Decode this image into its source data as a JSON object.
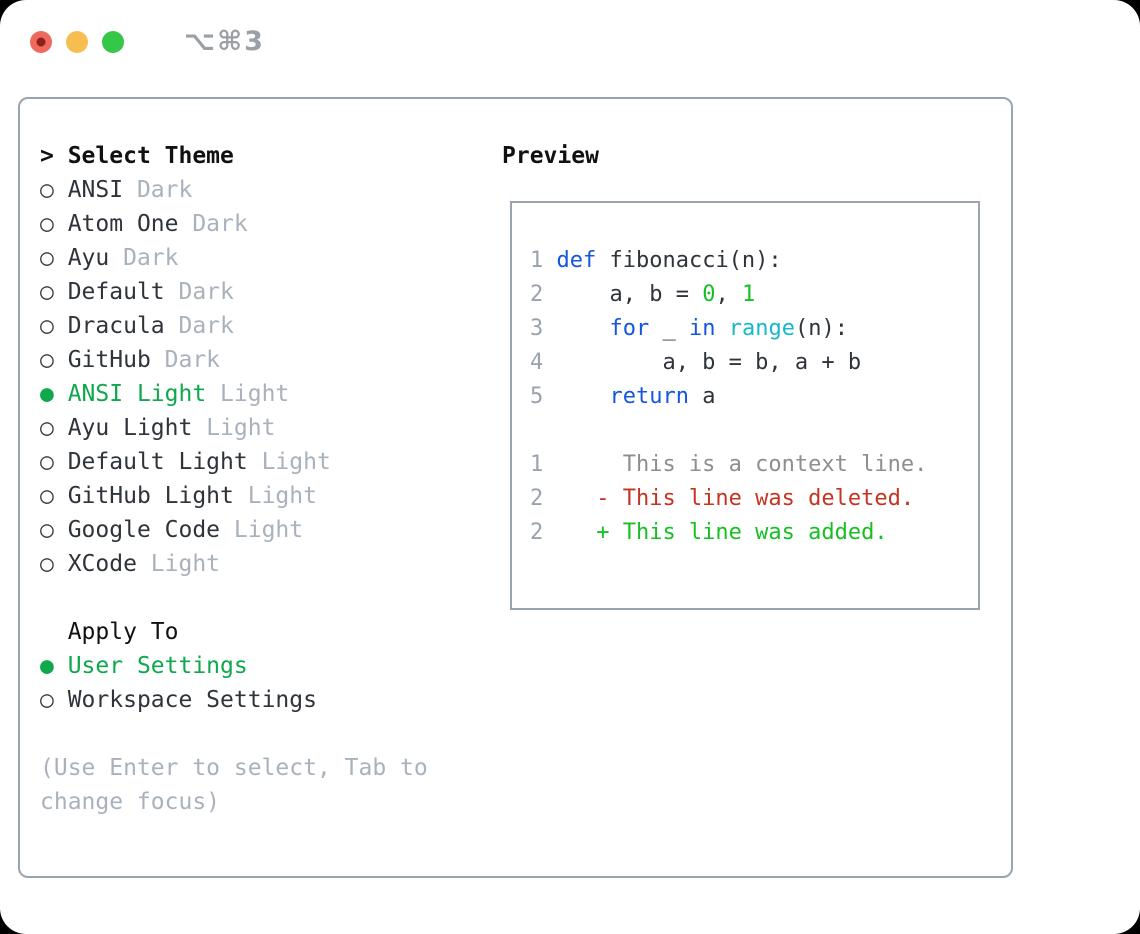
{
  "window": {
    "title_shortcut": "⌥⌘3"
  },
  "traffic_lights": {
    "close": "#ee6a5f",
    "close_dot": "#8e2018",
    "minimize": "#f6be50",
    "zoom": "#34c748"
  },
  "theme_panel": {
    "header_prefix": "> ",
    "header": "Select Theme",
    "themes": [
      {
        "name": "ANSI",
        "tag": "Dark",
        "selected": false
      },
      {
        "name": "Atom One",
        "tag": "Dark",
        "selected": false
      },
      {
        "name": "Ayu",
        "tag": "Dark",
        "selected": false
      },
      {
        "name": "Default",
        "tag": "Dark",
        "selected": false
      },
      {
        "name": "Dracula",
        "tag": "Dark",
        "selected": false
      },
      {
        "name": "GitHub",
        "tag": "Dark",
        "selected": false
      },
      {
        "name": "ANSI Light",
        "tag": "Light",
        "selected": true
      },
      {
        "name": "Ayu Light",
        "tag": "Light",
        "selected": false
      },
      {
        "name": "Default Light",
        "tag": "Light",
        "selected": false
      },
      {
        "name": "GitHub Light",
        "tag": "Light",
        "selected": false
      },
      {
        "name": "Google Code",
        "tag": "Light",
        "selected": false
      },
      {
        "name": "XCode",
        "tag": "Light",
        "selected": false
      }
    ],
    "apply_to": {
      "header": "Apply To",
      "options": [
        {
          "label": "User Settings",
          "selected": true
        },
        {
          "label": "Workspace Settings",
          "selected": false
        }
      ]
    },
    "hint_lines": [
      "(Use Enter to select, Tab to",
      "change focus)"
    ],
    "marker_unselected": "○",
    "marker_selected": "●"
  },
  "preview": {
    "header": "Preview",
    "code_lines": [
      {
        "num": "1",
        "tokens": [
          {
            "t": "def",
            "c": "keyword"
          },
          {
            "t": " fibonacci(n):",
            "c": "plain"
          }
        ]
      },
      {
        "num": "2",
        "tokens": [
          {
            "t": "    a, b = ",
            "c": "plain"
          },
          {
            "t": "0",
            "c": "number"
          },
          {
            "t": ", ",
            "c": "plain"
          },
          {
            "t": "1",
            "c": "number"
          }
        ]
      },
      {
        "num": "3",
        "tokens": [
          {
            "t": "    ",
            "c": "plain"
          },
          {
            "t": "for",
            "c": "keyword"
          },
          {
            "t": " _ ",
            "c": "plain"
          },
          {
            "t": "in",
            "c": "keyword"
          },
          {
            "t": " ",
            "c": "plain"
          },
          {
            "t": "range",
            "c": "function"
          },
          {
            "t": "(n):",
            "c": "plain"
          }
        ]
      },
      {
        "num": "4",
        "tokens": [
          {
            "t": "        a, b = b, a + b",
            "c": "plain"
          }
        ]
      },
      {
        "num": "5",
        "tokens": [
          {
            "t": "    ",
            "c": "plain"
          },
          {
            "t": "return",
            "c": "keyword"
          },
          {
            "t": " a",
            "c": "plain"
          }
        ]
      },
      {
        "num": "",
        "tokens": []
      },
      {
        "num": "1",
        "tokens": [
          {
            "t": "     This is a context line.",
            "c": "context"
          }
        ]
      },
      {
        "num": "2",
        "tokens": [
          {
            "t": "   - This line was deleted.",
            "c": "deleted"
          }
        ]
      },
      {
        "num": "2",
        "tokens": [
          {
            "t": "   + This line was added.",
            "c": "added"
          }
        ]
      }
    ]
  },
  "colors": {
    "accent_green": "#0fa84d",
    "keyword_blue": "#1456dd",
    "function_cyan": "#16b8cc",
    "number_green": "#17c022",
    "added_green": "#17c022",
    "deleted_red": "#c53420",
    "context_gray": "#8e8e8e",
    "line_number_gray": "#99a3ae",
    "tag_gray": "#a9b2bc",
    "text_dark": "#2f343b",
    "border_gray": "#9aa4b0"
  }
}
